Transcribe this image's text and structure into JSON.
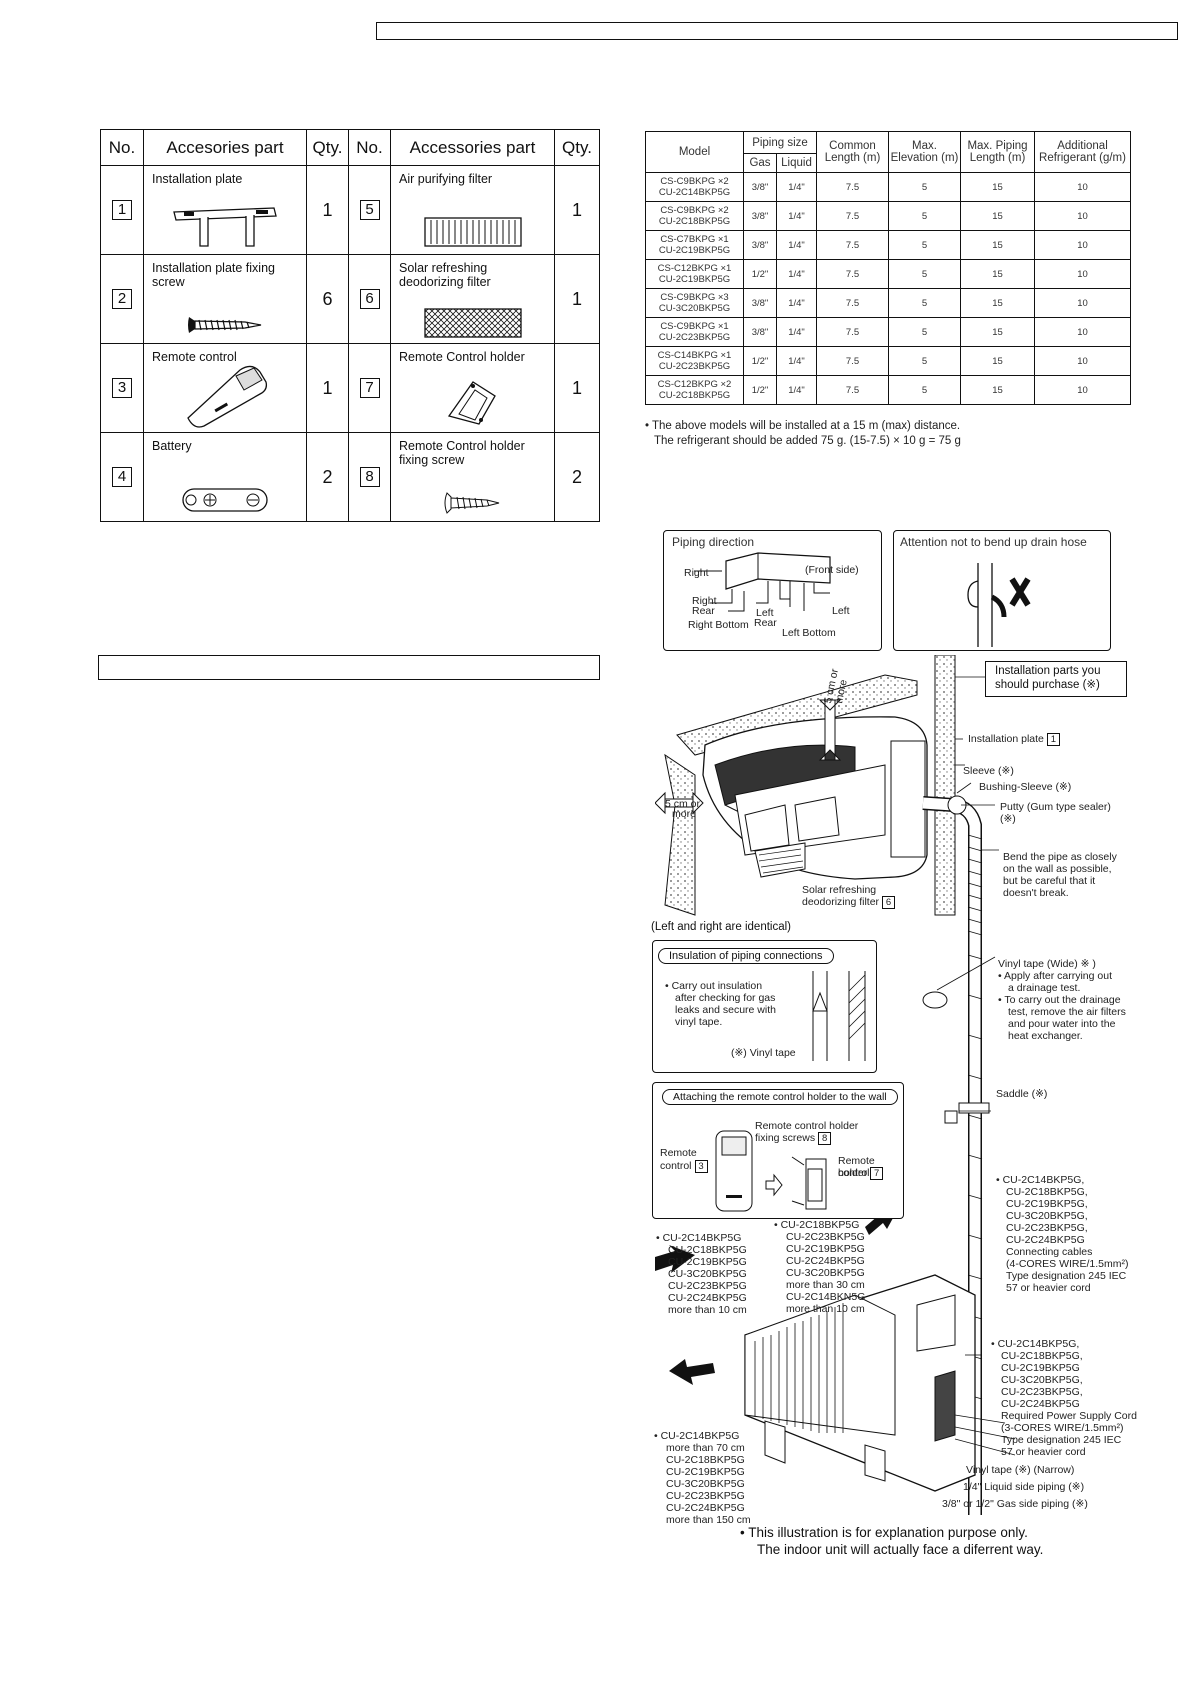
{
  "accessories": {
    "headers": {
      "no": "No.",
      "part_left": "Accesories part",
      "qty": "Qty.",
      "part_right": "Accessories part"
    },
    "rows": [
      {
        "left": {
          "no": "1",
          "name": "Installation plate",
          "qty": "1"
        },
        "right": {
          "no": "5",
          "name": "Air purifying filter",
          "qty": "1"
        }
      },
      {
        "left": {
          "no": "2",
          "name": "Installation plate fixing screw",
          "qty": "6"
        },
        "right": {
          "no": "6",
          "name": "Solar refreshing deodorizing filter",
          "qty": "1"
        }
      },
      {
        "left": {
          "no": "3",
          "name": "Remote control",
          "qty": "1"
        },
        "right": {
          "no": "7",
          "name": "Remote Control holder",
          "qty": "1"
        }
      },
      {
        "left": {
          "no": "4",
          "name": "Battery",
          "qty": "2"
        },
        "right": {
          "no": "8",
          "name": "Remote Control holder fixing screw",
          "qty": "2"
        }
      }
    ]
  },
  "piping": {
    "headers": {
      "model": "Model",
      "piping_size": "Piping size",
      "gas": "Gas",
      "liquid": "Liquid",
      "common_length": "Common Length (m)",
      "max_elevation": "Max. Elevation (m)",
      "max_piping_length": "Max. Piping Length (m)",
      "additional_refrigerant": "Additional Refrigerant (g/m)"
    },
    "rows": [
      {
        "m1": "CS-C9BKPG ×2",
        "m2": "CU-2C14BKP5G",
        "gas": "3/8\"",
        "liquid": "1/4\"",
        "common": "7.5",
        "elev": "5",
        "maxlen": "15",
        "add": "10"
      },
      {
        "m1": "CS-C9BKPG ×2",
        "m2": "CU-2C18BKP5G",
        "gas": "3/8\"",
        "liquid": "1/4\"",
        "common": "7.5",
        "elev": "5",
        "maxlen": "15",
        "add": "10"
      },
      {
        "m1": "CS-C7BKPG ×1",
        "m2": "CU-2C19BKP5G",
        "gas": "3/8\"",
        "liquid": "1/4\"",
        "common": "7.5",
        "elev": "5",
        "maxlen": "15",
        "add": "10"
      },
      {
        "m1": "CS-C12BKPG ×1",
        "m2": "CU-2C19BKP5G",
        "gas": "1/2\"",
        "liquid": "1/4\"",
        "common": "7.5",
        "elev": "5",
        "maxlen": "15",
        "add": "10"
      },
      {
        "m1": "CS-C9BKPG ×3",
        "m2": "CU-3C20BKP5G",
        "gas": "3/8\"",
        "liquid": "1/4\"",
        "common": "7.5",
        "elev": "5",
        "maxlen": "15",
        "add": "10"
      },
      {
        "m1": "CS-C9BKPG ×1",
        "m2": "CU-2C23BKP5G",
        "gas": "3/8\"",
        "liquid": "1/4\"",
        "common": "7.5",
        "elev": "5",
        "maxlen": "15",
        "add": "10"
      },
      {
        "m1": "CS-C14BKPG ×1",
        "m2": "CU-2C23BKP5G",
        "gas": "1/2\"",
        "liquid": "1/4\"",
        "common": "7.5",
        "elev": "5",
        "maxlen": "15",
        "add": "10"
      },
      {
        "m1": "CS-C12BKPG ×2",
        "m2": "CU-2C18BKP5G",
        "gas": "1/2\"",
        "liquid": "1/4\"",
        "common": "7.5",
        "elev": "5",
        "maxlen": "15",
        "add": "10"
      }
    ],
    "note1": "• The above models will be installed at a 15 m (max) distance.",
    "note2": "The refrigerant should be added 75 g. (15-7.5) × 10 g = 75 g"
  },
  "diagram": {
    "piping_direction": {
      "title": "Piping direction",
      "right": "Right",
      "front_side": "(Front side)",
      "right_rear_1": "Right",
      "right_rear_2": "Rear",
      "left_rear_1": "Left",
      "left_rear_2": "Rear",
      "left": "Left",
      "right_bottom": "Right Bottom",
      "left_bottom": "Left Bottom"
    },
    "attention": "Attention not to bend up drain hose",
    "parts_purchase_1": "Installation parts you",
    "parts_purchase_2": "should purchase (※)",
    "clear_top_1": "5 cm or",
    "clear_top_2": "more",
    "clear_left_1": "5 cm or",
    "clear_left_2": "more",
    "installation_plate": "Installation plate",
    "installation_plate_no": "1",
    "sleeve": "Sleeve (※)",
    "bushing": "Bushing-Sleeve (※)",
    "putty_1": "Putty (Gum type sealer)",
    "putty_2": "(※)",
    "bend_1": "Bend the pipe as closely",
    "bend_2": "on the wall as possible,",
    "bend_3": "but be careful that it",
    "bend_4": "doesn't break.",
    "solar_1": "Solar refreshing",
    "solar_2": "deodorizing filter",
    "solar_no": "6",
    "identical": "(Left and right are identical)",
    "insulation_title": "Insulation of piping connections",
    "insulation_1": "•  Carry out insulation",
    "insulation_2": "after checking for gas",
    "insulation_3": "leaks and secure with",
    "insulation_4": "vinyl tape.",
    "vinyl_tape_small": "(※) Vinyl tape",
    "vinyl_wide": "Vinyl tape (Wide) ※ )",
    "vinyl_wide_b1": "•  Apply after carrying out",
    "vinyl_wide_b1b": "a drainage test.",
    "vinyl_wide_b2": "•  To carry out the drainage",
    "vinyl_wide_b2b": "test, remove the air filters",
    "vinyl_wide_b2c": "and pour water into the",
    "vinyl_wide_b2d": "heat exchanger.",
    "attach_title": "Attaching the remote control holder to the wall",
    "rc_screws_1": "Remote control holder",
    "rc_screws_2": "fixing screws",
    "rc_screws_no": "8",
    "rc_1": "Remote",
    "rc_2": "control",
    "rc_no": "3",
    "rc_holder_1": "Remote control",
    "rc_holder_2": "holder",
    "rc_holder_no": "7",
    "saddle": "Saddle (※)",
    "conn_cables": [
      "•  CU-2C14BKP5G,",
      "CU-2C18BKP5G,",
      "CU-2C19BKP5G,",
      "CU-3C20BKP5G,",
      "CU-2C23BKP5G,",
      "CU-2C24BKP5G",
      "Connecting cables",
      "(4-CORES WIRE/1.5mm²)",
      "Type designation 245 IEC",
      "57 or heavier cord"
    ],
    "clear_left_list": [
      "•  CU-2C14BKP5G",
      "CU-2C18BKP5G",
      "CU-2C19BKP5G",
      "CU-3C20BKP5G",
      "CU-2C23BKP5G",
      "CU-2C24BKP5G",
      "more than 10 cm"
    ],
    "clear_back_list": [
      "•  CU-2C18BKP5G",
      "CU-2C23BKP5G",
      "CU-2C19BKP5G",
      "CU-2C24BKP5G",
      "CU-3C20BKP5G",
      "more than 30 cm",
      "CU-2C14BKN5G",
      "more than 10 cm"
    ],
    "clear_front_list": [
      "•  CU-2C14BKP5G",
      "more than 70 cm",
      "CU-2C18BKP5G",
      "CU-2C19BKP5G",
      "CU-3C20BKP5G",
      "CU-2C23BKP5G",
      "CU-2C24BKP5G",
      "more than 150 cm"
    ],
    "power_list": [
      "•  CU-2C14BKP5G,",
      "CU-2C18BKP5G,",
      "CU-2C19BKP5G",
      "CU-3C20BKP5G,",
      "CU-2C23BKP5G,",
      "CU-2C24BKP5G",
      "Required Power Supply Cord",
      "(3-CORES WIRE/1.5mm²)",
      "Type designation 245 IEC",
      "57 or heavier cord"
    ],
    "vinyl_narrow": "Vinyl tape (※) (Narrow)",
    "liquid_pipe": "1/4\" Liquid side piping (※)",
    "gas_pipe": "3/8\" or 1/2\" Gas side piping (※)",
    "footnote_1": "•  This illustration is for explanation purpose only.",
    "footnote_2": "The indoor unit will actually face a diferrent way."
  }
}
